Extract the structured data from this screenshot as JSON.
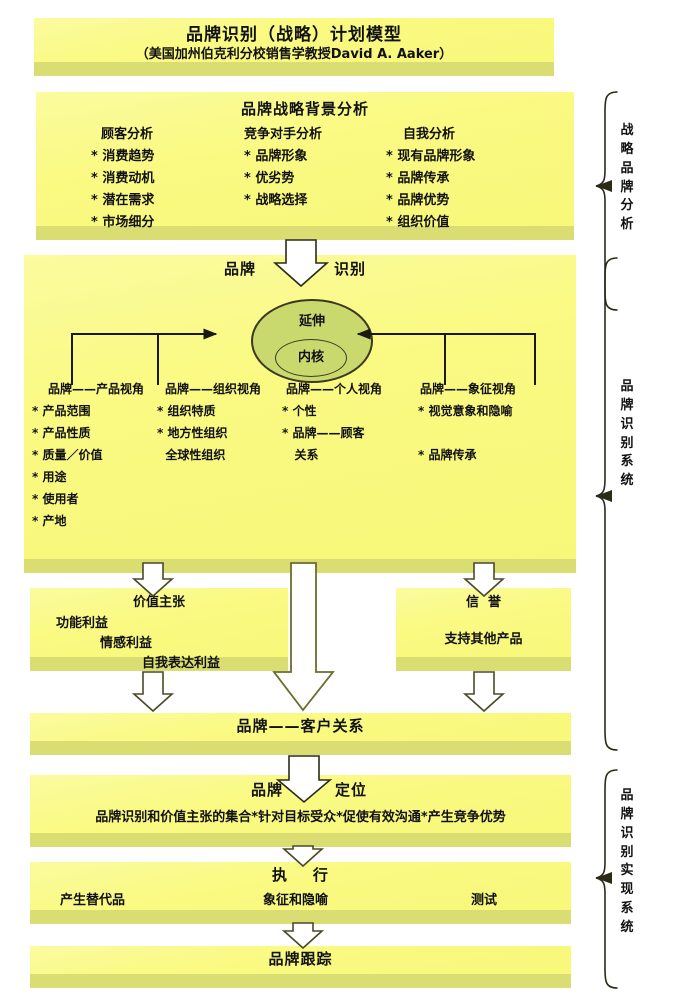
{
  "header": {
    "title": "品牌识别（战略）计划模型",
    "subtitle": "（美国加州伯克利分校销售学教授David A. Aaker）"
  },
  "background_analysis": {
    "title": "品牌战略背景分析",
    "columns": [
      {
        "head": "顾客分析",
        "items": [
          "* 消费趋势",
          "* 消费动机",
          "* 潜在需求",
          "* 市场细分"
        ]
      },
      {
        "head": "竞争对手分析",
        "items": [
          "* 品牌形象",
          "* 优劣势",
          "* 战略选择"
        ]
      },
      {
        "head": "自我分析",
        "items": [
          "* 现有品牌形象",
          "* 品牌传承",
          "* 品牌优势",
          "* 组织价值"
        ]
      }
    ]
  },
  "identity": {
    "title_left": "品牌",
    "title_right": "识别",
    "ellipse_outer": "延伸",
    "ellipse_inner": "内核",
    "perspectives": [
      {
        "head": "品牌——产品视角",
        "items": [
          "* 产品范围",
          "* 产品性质",
          "* 质量／价值",
          "* 用途",
          "* 使用者",
          "* 产地"
        ]
      },
      {
        "head": "品牌——组织视角",
        "items": [
          "* 组织特质",
          "* 地方性组织",
          "  全球性组织"
        ]
      },
      {
        "head": "品牌——个人视角",
        "items": [
          "* 个性",
          "* 品牌——顾客",
          "   关系"
        ]
      },
      {
        "head": "品牌——象征视角",
        "items": [
          "* 视觉意象和隐喻",
          "",
          "* 品牌传承"
        ]
      }
    ]
  },
  "value_proposition": {
    "head": "价值主张",
    "line1": "功能利益",
    "line2": "情感利益",
    "line3": "自我表达利益"
  },
  "credibility": {
    "head": "信  誉",
    "line1": "支持其他产品"
  },
  "customer_relationship": {
    "label": "品牌——客户关系"
  },
  "positioning": {
    "title_left": "品牌",
    "title_right": "定位",
    "detail": "品牌识别和价值主张的集合*针对目标受众*促使有效沟通*产生竞争优势"
  },
  "execution": {
    "head": "执    行",
    "col1": "产生替代品",
    "col2": "象征和隐喻",
    "col3": "测试"
  },
  "tracking": {
    "label": "品牌跟踪"
  },
  "braces": [
    {
      "label": "战略品牌分析"
    },
    {
      "label": "品牌识别系统"
    },
    {
      "label": "品牌识别实现系统"
    }
  ],
  "colors": {
    "box_face": "#fafa84",
    "box_base": "#d9dd72",
    "ellipse": "#c9d96d",
    "line": "#1a1a10",
    "arrow_outline": "#6b6b30",
    "text": "#111111"
  }
}
